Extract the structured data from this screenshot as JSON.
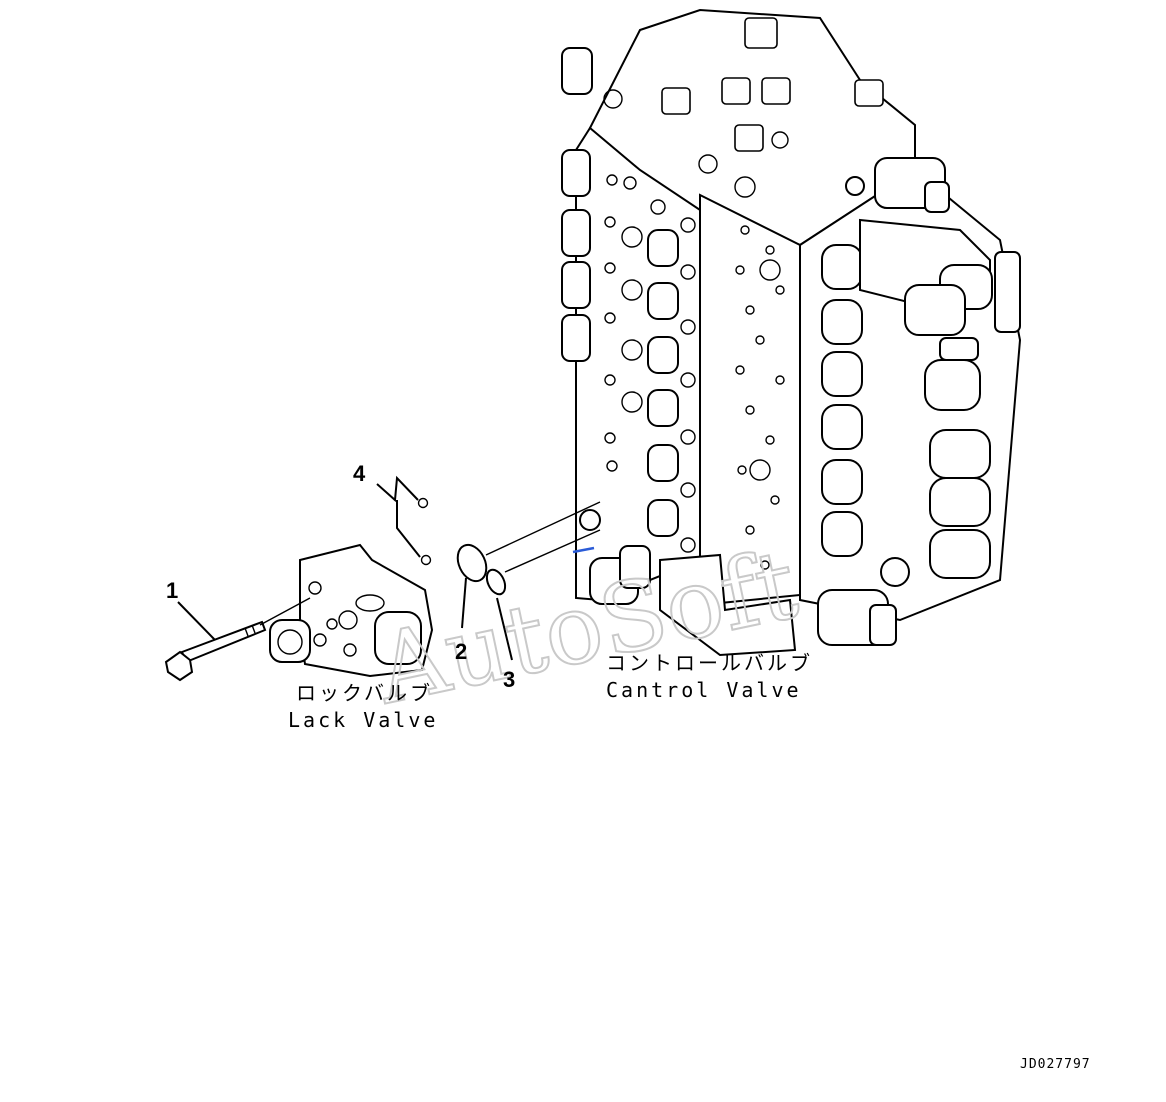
{
  "watermark": "AutoSoft",
  "callouts": [
    {
      "id": "1",
      "text": "1"
    },
    {
      "id": "2",
      "text": "2"
    },
    {
      "id": "3",
      "text": "3"
    },
    {
      "id": "4",
      "text": "4"
    }
  ],
  "labels": {
    "lock_valve_jp": "ロックバルブ",
    "lock_valve_en": "Lack Valve",
    "control_valve_jp": "コントロールバルブ",
    "control_valve_en": "Cantrol Valve"
  },
  "doc_id": "JD027797"
}
